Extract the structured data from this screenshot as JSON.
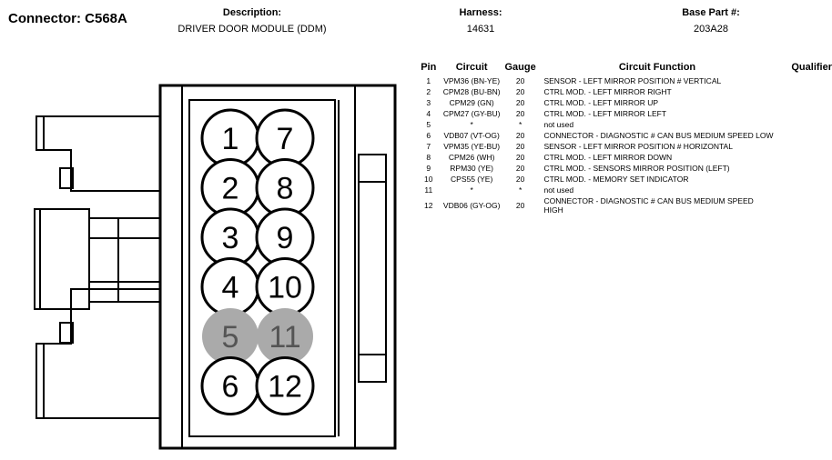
{
  "connector": {
    "title": "Connector: C568A"
  },
  "header": {
    "description_label": "Description:",
    "description_value": "DRIVER DOOR MODULE (DDM)",
    "harness_label": "Harness:",
    "harness_value": "14631",
    "base_part_label": "Base Part #:",
    "base_part_value": "203A28"
  },
  "diagram": {
    "pins": [
      {
        "label": "1",
        "filled": false
      },
      {
        "label": "7",
        "filled": false
      },
      {
        "label": "2",
        "filled": false
      },
      {
        "label": "8",
        "filled": false
      },
      {
        "label": "3",
        "filled": false
      },
      {
        "label": "9",
        "filled": false
      },
      {
        "label": "4",
        "filled": false
      },
      {
        "label": "10",
        "filled": false
      },
      {
        "label": "5",
        "filled": true
      },
      {
        "label": "11",
        "filled": true
      },
      {
        "label": "6",
        "filled": false
      },
      {
        "label": "12",
        "filled": false
      }
    ],
    "colors": {
      "empty_pin_fill": "#aaaaaa",
      "empty_pin_text": "#555555",
      "line": "#000000"
    }
  },
  "table": {
    "headers": {
      "pin": "Pin",
      "circuit": "Circuit",
      "gauge": "Gauge",
      "function": "Circuit Function",
      "qualifier": "Qualifier"
    },
    "rows": [
      {
        "pin": "1",
        "circuit": "VPM36 (BN-YE)",
        "gauge": "20",
        "function": "SENSOR - LEFT MIRROR POSITION # VERTICAL",
        "qualifier": ""
      },
      {
        "pin": "2",
        "circuit": "CPM28 (BU-BN)",
        "gauge": "20",
        "function": "CTRL MOD. - LEFT MIRROR RIGHT",
        "qualifier": ""
      },
      {
        "pin": "3",
        "circuit": "CPM29 (GN)",
        "gauge": "20",
        "function": "CTRL MOD. - LEFT MIRROR UP",
        "qualifier": ""
      },
      {
        "pin": "4",
        "circuit": "CPM27 (GY-BU)",
        "gauge": "20",
        "function": "CTRL MOD. - LEFT MIRROR LEFT",
        "qualifier": ""
      },
      {
        "pin": "5",
        "circuit": "*",
        "gauge": "*",
        "function": "not used",
        "qualifier": ""
      },
      {
        "pin": "6",
        "circuit": "VDB07 (VT-OG)",
        "gauge": "20",
        "function": "CONNECTOR - DIAGNOSTIC # CAN BUS MEDIUM SPEED LOW",
        "qualifier": ""
      },
      {
        "pin": "7",
        "circuit": "VPM35 (YE-BU)",
        "gauge": "20",
        "function": "SENSOR - LEFT MIRROR POSITION # HORIZONTAL",
        "qualifier": ""
      },
      {
        "pin": "8",
        "circuit": "CPM26 (WH)",
        "gauge": "20",
        "function": "CTRL MOD. - LEFT MIRROR DOWN",
        "qualifier": ""
      },
      {
        "pin": "9",
        "circuit": "RPM30 (YE)",
        "gauge": "20",
        "function": "CTRL MOD. - SENSORS MIRROR POSITION (LEFT)",
        "qualifier": ""
      },
      {
        "pin": "10",
        "circuit": "CPS55 (YE)",
        "gauge": "20",
        "function": "CTRL MOD. - MEMORY SET INDICATOR",
        "qualifier": ""
      },
      {
        "pin": "11",
        "circuit": "*",
        "gauge": "*",
        "function": "not used",
        "qualifier": ""
      },
      {
        "pin": "12",
        "circuit": "VDB06 (GY-OG)",
        "gauge": "20",
        "function": "CONNECTOR - DIAGNOSTIC # CAN BUS MEDIUM SPEED HIGH",
        "qualifier": ""
      }
    ]
  }
}
